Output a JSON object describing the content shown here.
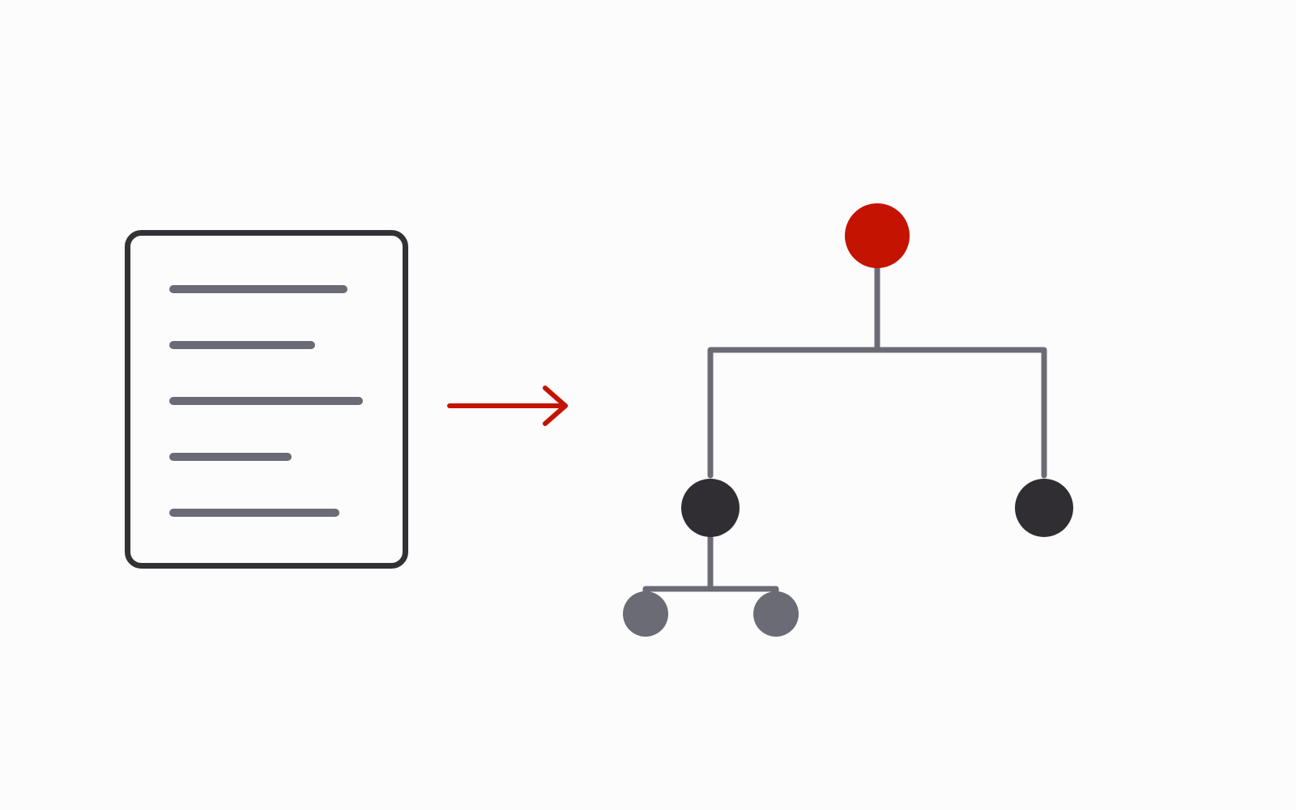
{
  "diagram": {
    "type": "document-to-tree",
    "document": {
      "icon": "document-icon",
      "text_lines": 5
    },
    "arrow": {
      "icon": "arrow-right-icon"
    },
    "tree": {
      "icon": "hierarchy-tree-icon",
      "root": {
        "level": "root",
        "children": [
          {
            "level": "child",
            "children": [
              {
                "level": "leaf"
              },
              {
                "level": "leaf"
              }
            ]
          },
          {
            "level": "child",
            "children": []
          }
        ]
      }
    }
  },
  "colors": {
    "background": "#fdfcfd",
    "outline": "#333135",
    "line": "#6b6b75",
    "accent": "#c41300",
    "node_dark": "#302e32",
    "node_light": "#6b6b75"
  }
}
